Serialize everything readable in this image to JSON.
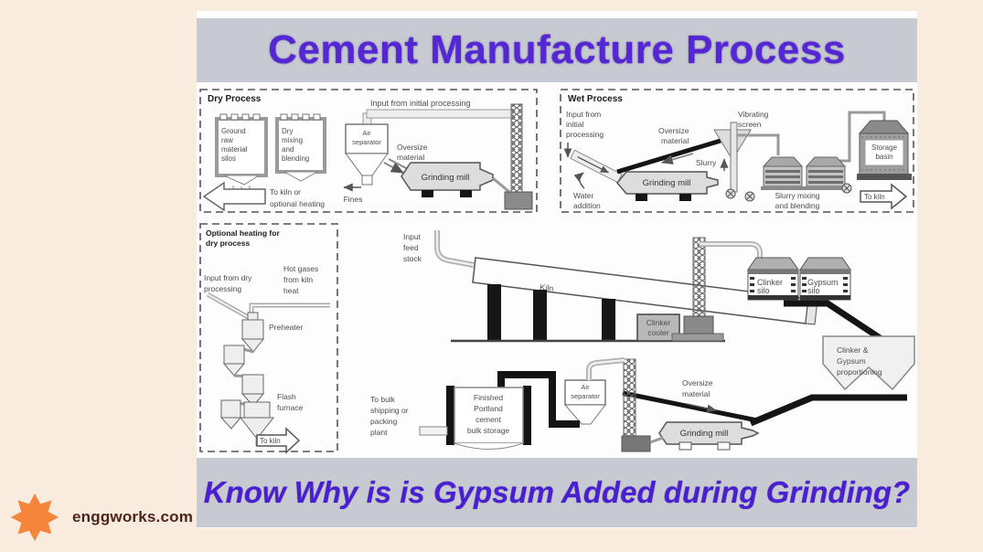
{
  "header": {
    "title": "Cement Manufacture Process"
  },
  "footer": {
    "question": "Know Why is is Gypsum Added during Grinding?"
  },
  "logo": {
    "text": "enggworks.com"
  },
  "colors": {
    "title_purple": "#5426d4",
    "banner_purple": "#4a1fd1",
    "bar_gray": "#c7cad1",
    "page_cream": "#f9ecdf",
    "panel_white": "#fdfdfd",
    "logo_orange": "#f6853c",
    "logo_text_brown": "#4e241c",
    "conveyor_black": "#141414"
  },
  "dry": {
    "title": "Dry Process",
    "silo1": [
      "Ground",
      "raw",
      "material",
      "silos"
    ],
    "silo2": [
      "Dry",
      "mixing",
      "and",
      "blending"
    ],
    "arrow_label": [
      "To kiln or",
      "optional heating"
    ],
    "air": [
      "Air",
      "separator"
    ],
    "input": "Input from initial processing",
    "oversize": [
      "Oversize",
      "material"
    ],
    "mill": "Grinding mill",
    "fines": "Fines"
  },
  "wet": {
    "title": "Wet Process",
    "input": [
      "Input from",
      "initial",
      "processing"
    ],
    "oversize": [
      "Oversize",
      "material"
    ],
    "vibrating": [
      "Vibrating",
      "screen"
    ],
    "slurry": "Slurry",
    "mill": "Grinding mill",
    "water": [
      "Water",
      "addition"
    ],
    "mixing": [
      "Slurry mixing",
      "and blending"
    ],
    "storage": [
      "Storage",
      "basin"
    ],
    "to_kiln": "To kiln"
  },
  "opt": {
    "title": [
      "Optional heating for",
      "dry process"
    ],
    "input": [
      "Input from dry",
      "processing"
    ],
    "hot": [
      "Hot gases",
      "from kiln",
      "heat"
    ],
    "preheater": "Preheater",
    "flash": [
      "Flash",
      "furnace"
    ],
    "to_kiln": "To kiln"
  },
  "main": {
    "feed": [
      "Input",
      "feed",
      "stock"
    ],
    "kiln": "Kiln",
    "cooler": [
      "Clinker",
      "cooler"
    ],
    "clinker_silo": [
      "Clinker",
      "silo"
    ],
    "gypsum_silo": [
      "Gypsum",
      "silo"
    ],
    "prop": [
      "Clinker &",
      "Gypsum",
      "proportioning"
    ],
    "oversize": [
      "Oversize",
      "material"
    ],
    "mill": "Grinding mill",
    "air": [
      "Air",
      "separator"
    ],
    "storage": [
      "Finished",
      "Portland",
      "cement",
      "bulk storage"
    ],
    "to_bulk": [
      "To bulk",
      "shipping or",
      "packing",
      "plant"
    ]
  }
}
